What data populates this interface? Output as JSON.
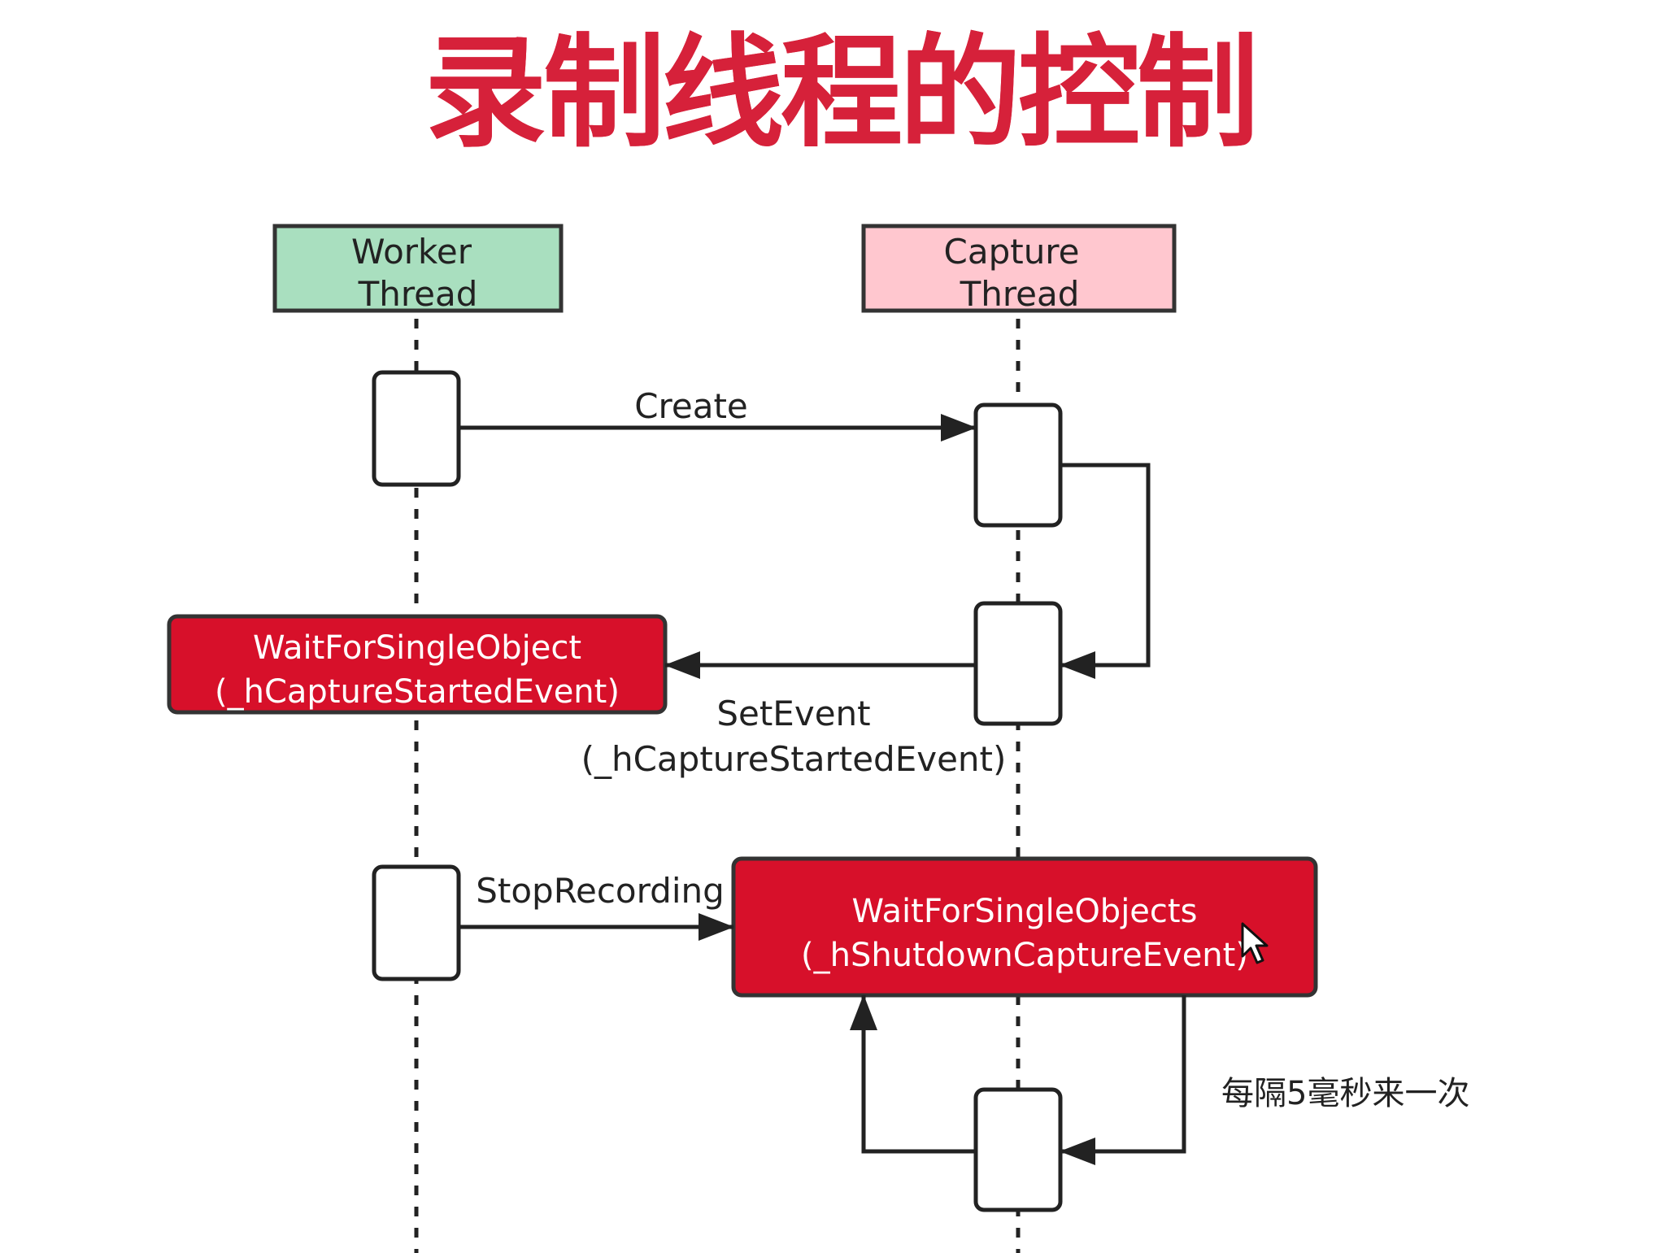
{
  "title": "录制线程的控制",
  "colors": {
    "title": "#d6213a",
    "worker_header_fill": "#a9dfbf",
    "capture_header_fill": "#ffc7cf",
    "wait_box_fill": "#d7102a",
    "line": "#222222"
  },
  "lifelines": {
    "worker": {
      "line1": "Worker",
      "line2": "Thread"
    },
    "capture": {
      "line1": "Capture",
      "line2": "Thread"
    }
  },
  "messages": {
    "create": "Create",
    "set_event_1": "SetEvent",
    "set_event_2": "(_hCaptureStartedEvent)",
    "stop_recording": "StopRecording",
    "interval_note": "每隔5毫秒来一次"
  },
  "wait_boxes": {
    "started": {
      "line1": "WaitForSingleObject",
      "line2": "(_hCaptureStartedEvent)"
    },
    "shutdown": {
      "line1": "WaitForSingleObjects",
      "line2": "(_hShutdownCaptureEvent)"
    }
  },
  "icons": {
    "cursor": "mouse-pointer-icon"
  }
}
